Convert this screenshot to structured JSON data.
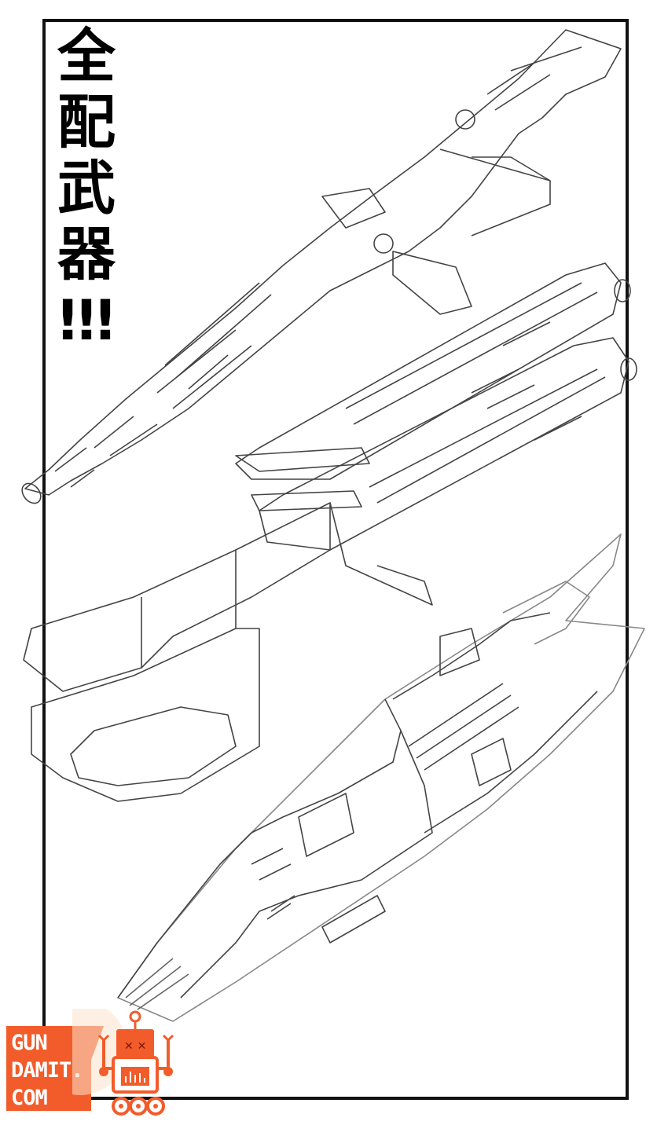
{
  "title": {
    "line1": "全",
    "line2": "配",
    "line3": "武",
    "line4": "器",
    "line5": "!!!"
  },
  "logo": {
    "line1": "GUN",
    "line2": "DAMIT.",
    "line3": "COM",
    "accent": "#f25c2a",
    "icon": "robot-icon"
  },
  "illustrations": [
    "rifle-lineart",
    "twin-cannon-lineart",
    "shield-lineart"
  ]
}
